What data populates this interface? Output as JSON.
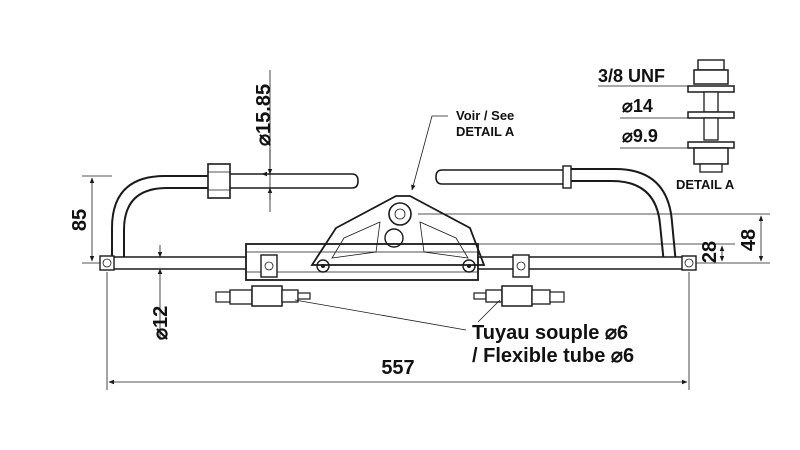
{
  "dimensions": {
    "tube_diameter": "15.85",
    "height_85": "85",
    "rod_diameter": "12",
    "overall_length": "557",
    "height_28": "28",
    "height_48": "48"
  },
  "labels": {
    "see_detail_line1": "Voir / See",
    "see_detail_line2": "DETAIL A",
    "hose_fr": "Tuyau souple",
    "hose_en": "/ Flexible tube",
    "hose_diameter": "6",
    "diameter_symbol": "⌀"
  },
  "detail_a": {
    "title": "DETAIL A",
    "thread": "3/8 UNF",
    "diameter_1": "14",
    "diameter_2": "9.9"
  }
}
